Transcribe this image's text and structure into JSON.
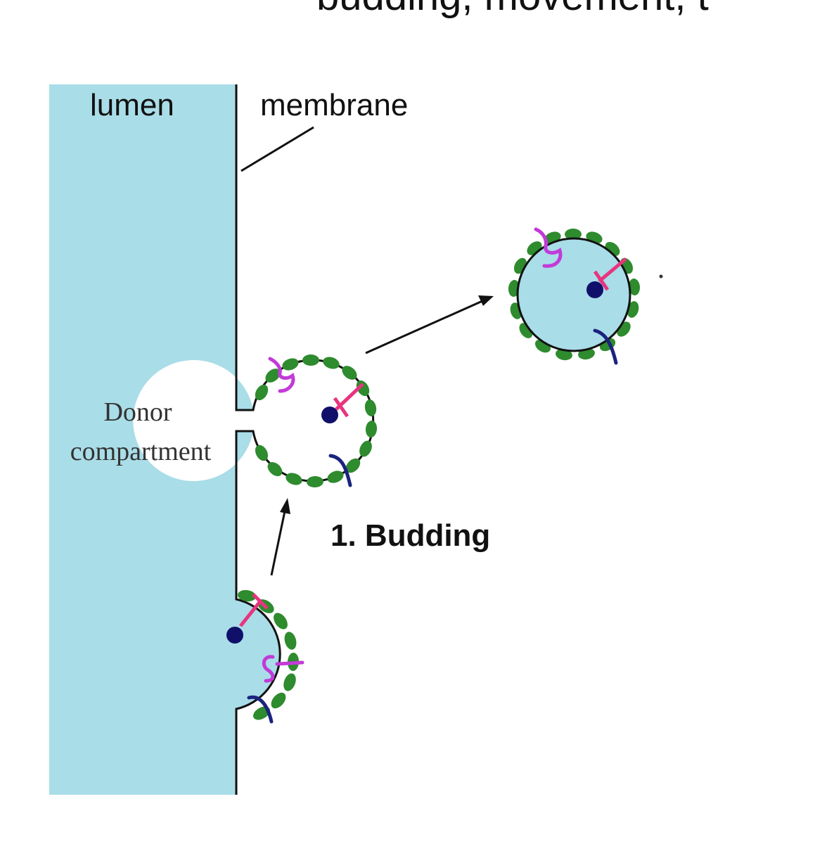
{
  "header": {
    "title_fragment": "budding, movement, t"
  },
  "labels": {
    "lumen": "lumen",
    "membrane": "membrane",
    "donor_line1": "Donor",
    "donor_line2": "compartment",
    "step": "1. Budding"
  },
  "colors": {
    "lumen_fill": "#a9dde8",
    "coat": "#2e8b2e",
    "membrane": "#111111",
    "receptor": "#e8347f",
    "cargo": "#10106b",
    "protein_purple": "#c23ad8",
    "protein_blue": "#1a237e"
  }
}
